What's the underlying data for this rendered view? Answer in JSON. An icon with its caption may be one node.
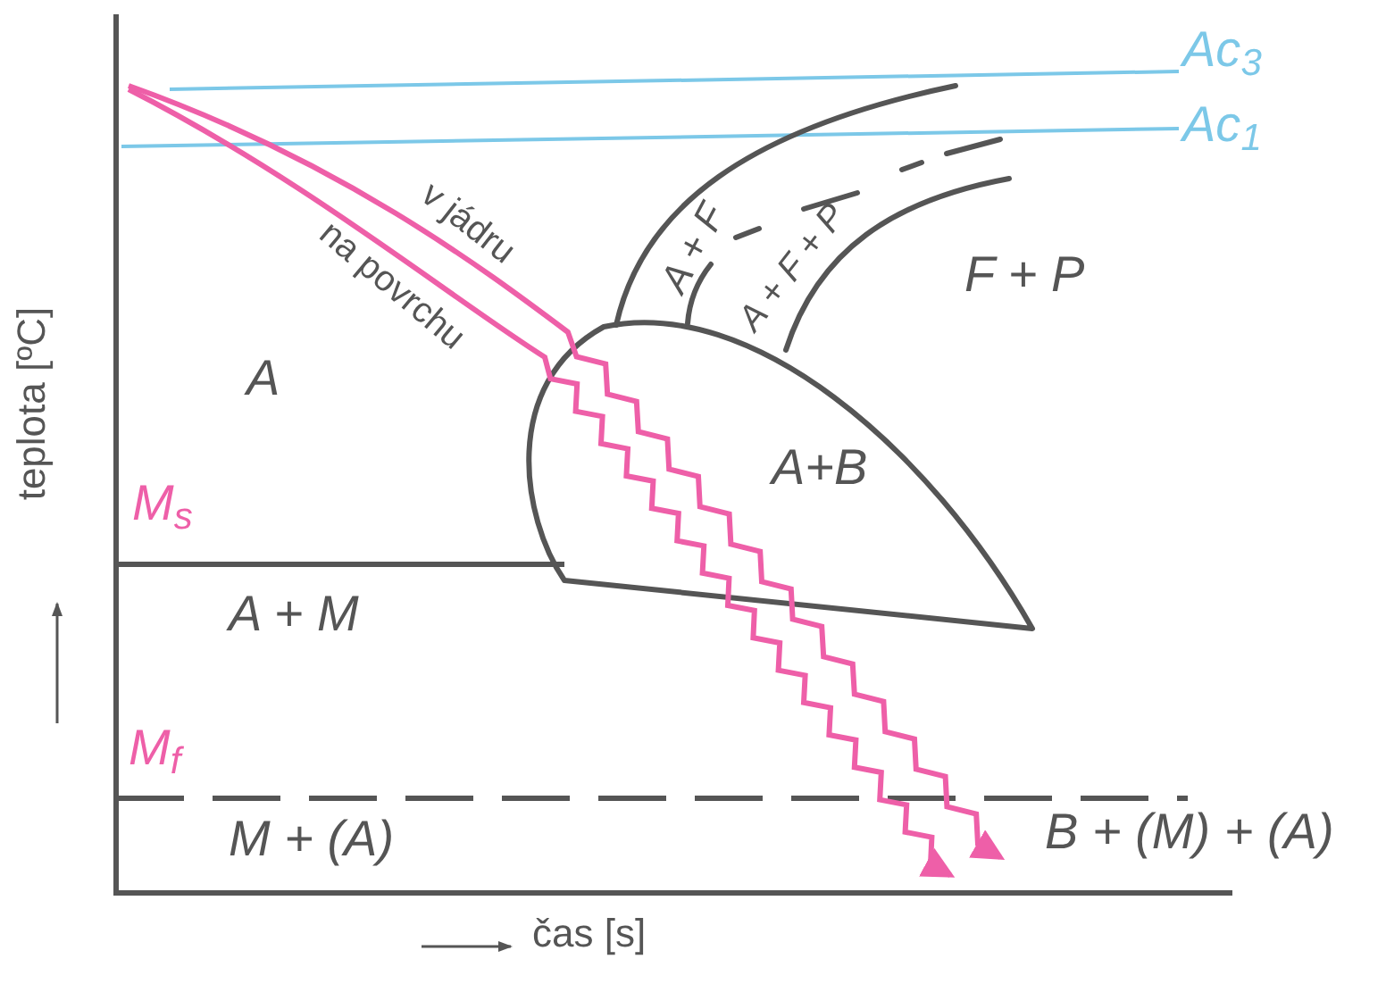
{
  "diagram": {
    "labels": [
      "Ac$_{3}$",
      "Ac$_{1}$",
      "v jádru",
      "A + F",
      "A + F + P",
      "na povrchu",
      "F + P",
      "A",
      "A+B",
      "M$_{s}$",
      "A + M",
      "M$_{f}$",
      "M + (A)",
      "B + (M) + (A)",
      "teplota [ºC]",
      "čas [s]"
    ]
  }
}
